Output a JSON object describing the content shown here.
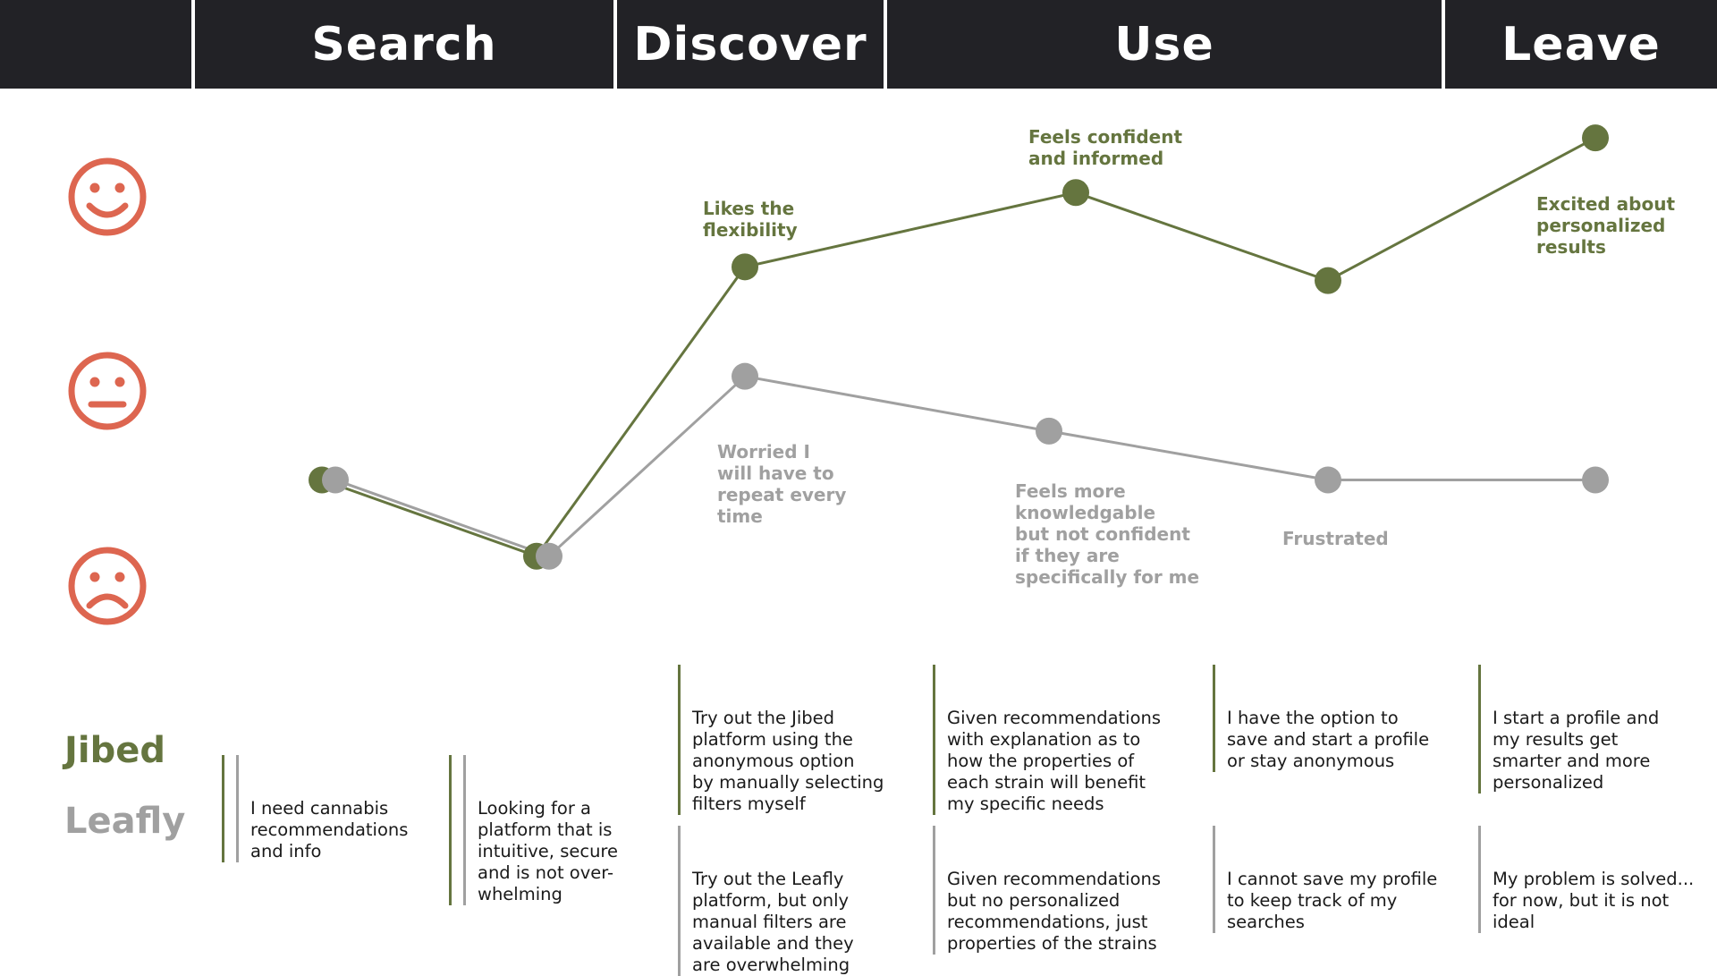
{
  "phases": [
    "Search",
    "Discover",
    "Use",
    "Leave"
  ],
  "legend": {
    "jibed": "Jibed",
    "leafly": "Leafly"
  },
  "colors": {
    "jibed": "#65753f",
    "leafly": "#a0a0a0",
    "face": "#dd6650",
    "header": "#222226"
  },
  "faces": [
    "happy-face-icon",
    "neutral-face-icon",
    "sad-face-icon"
  ],
  "jibed_labels": {
    "discover": "Likes the\nflexibility",
    "use_peak": "Feels confident\nand informed",
    "leave": "Excited about\npersonalized\nresults"
  },
  "leafly_labels": {
    "discover": "Worried I\nwill have to\nrepeat every\ntime",
    "use": "Feels more\nknowledgable\nbut not confident\nif they are\nspecifically for me",
    "use_end": "Frustrated"
  },
  "notes": {
    "search_1": "I need cannabis\nrecommendations\nand info",
    "search_2": "Looking for a\nplatform that is\nintuitive, secure\nand is not over-\nwhelming",
    "jibed": [
      "Try out the Jibed\nplatform using the\nanonymous option\nby manually selecting\nfilters myself",
      "Given recommendations\nwith explanation as to\nhow the properties of\neach strain will benefit\nmy specific needs",
      "I have the option to\nsave and start a profile\nor stay anonymous",
      "I start a profile and\nmy results get\nsmarter and more\npersonalized"
    ],
    "leafly": [
      "Try out the Leafly\nplatform, but only\nmanual filters are\navailable and they\nare overwhelming",
      "Given recommendations\nbut no personalized\nrecommendations, just\nproperties of the strains",
      "I cannot save my profile\nto keep track of my\nsearches",
      "My problem is solved...\nfor now, but it is not\nideal"
    ]
  },
  "chart_data": {
    "type": "line",
    "y_scale": "emotion level: 0 = sad, 1 = neutral, 2 = happy",
    "ylim": [
      0,
      2
    ],
    "series": [
      {
        "name": "Jibed",
        "points": [
          [
            1,
            0.46
          ],
          [
            2,
            0.07
          ],
          [
            3,
            1.55
          ],
          [
            4,
            1.93
          ],
          [
            5,
            1.48
          ],
          [
            6,
            2.21
          ]
        ]
      },
      {
        "name": "Leafly",
        "points": [
          [
            1,
            0.46
          ],
          [
            2,
            0.07
          ],
          [
            3,
            0.99
          ],
          [
            4,
            0.71
          ],
          [
            5,
            0.46
          ],
          [
            6,
            0.46
          ]
        ]
      }
    ]
  }
}
